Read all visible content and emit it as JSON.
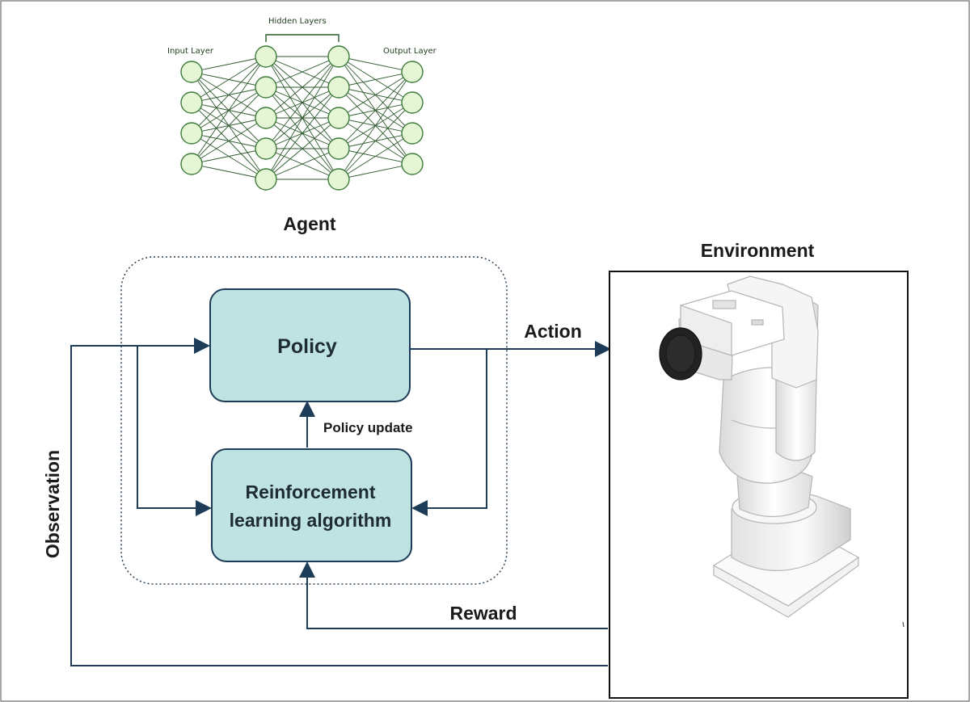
{
  "neural_net": {
    "input_label": "Input Layer",
    "hidden_label": "Hidden Layers",
    "output_label": "Output Layer",
    "layer_sizes": [
      4,
      5,
      5,
      4
    ]
  },
  "agent_label": "Agent",
  "environment_label": "Environment",
  "policy_box": {
    "label": "Policy"
  },
  "rl_box": {
    "label_line1": "Reinforcement",
    "label_line2": "learning algorithm"
  },
  "policy_update_label": "Policy update",
  "action_label": "Action",
  "reward_label": "Reward",
  "observation_label": "Observation",
  "colors": {
    "box_fill": "#bfe3e3",
    "box_stroke": "#1d3c57",
    "arrow": "#1d3c57",
    "node_fill": "#e4f6d4",
    "node_stroke": "#3d7a3a"
  }
}
